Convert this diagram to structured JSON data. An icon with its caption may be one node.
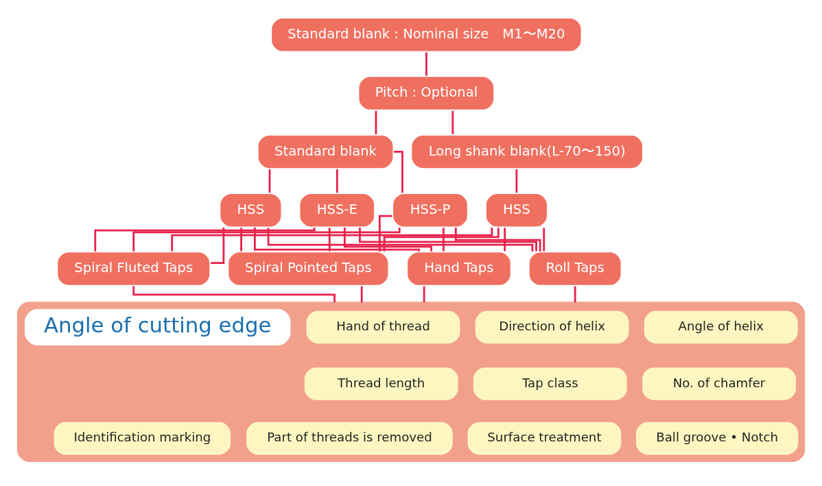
{
  "diagram": {
    "nodes": [
      {
        "text": [
          "Standard blank : Nominal size　M1〜M20"
        ]
      },
      {
        "text": [
          "Pitch : Optional"
        ]
      },
      {
        "text": [
          "Standard blank"
        ]
      },
      {
        "text": [
          "Long shank blank(L-70〜150)"
        ]
      },
      {
        "text": [
          "HSS"
        ]
      },
      {
        "text": [
          "HSS-E"
        ]
      },
      {
        "text": [
          "HSS-P"
        ]
      },
      {
        "text": [
          "HSS"
        ]
      },
      {
        "text": [
          "Spiral Fluted Taps"
        ]
      },
      {
        "text": [
          "Spiral Pointed Taps"
        ]
      },
      {
        "text": [
          "Hand Taps"
        ]
      },
      {
        "text": [
          "Roll Taps"
        ]
      },
      {
        "text": [],
        "shape": "box"
      },
      {
        "text": [
          "Angle of cutting edge"
        ],
        "in": 12
      },
      {
        "text": [
          "Hand of thread"
        ],
        "in": 12
      },
      {
        "text": [
          "Direction of helix"
        ],
        "in": 12
      },
      {
        "text": [
          "Angle of helix"
        ],
        "in": 12
      },
      {
        "text": [
          "Thread length"
        ],
        "in": 12
      },
      {
        "text": [
          "Tap class"
        ],
        "in": 12
      },
      {
        "text": [
          "No. of chamfer"
        ],
        "in": 12
      },
      {
        "text": [
          "Identification marking"
        ],
        "in": 12
      },
      {
        "text": [
          "Part of threads is removed"
        ],
        "in": 12
      },
      {
        "text": [
          "Surface treatment"
        ],
        "in": 12
      },
      {
        "text": [
          "Ball groove • Notch"
        ],
        "in": 12
      }
    ],
    "edges": [
      {
        "from": 0,
        "to": 1,
        "arrow": "none"
      },
      {
        "from": 1,
        "to": 2,
        "arrow": "none"
      },
      {
        "from": 1,
        "to": 3,
        "arrow": "none"
      },
      {
        "from": 2,
        "to": 4,
        "arrow": "none"
      },
      {
        "from": 2,
        "to": 5,
        "arrow": "none"
      },
      {
        "from": 2,
        "to": 6,
        "arrow": "none"
      },
      {
        "from": 3,
        "to": 7,
        "arrow": "none"
      },
      {
        "from": 4,
        "to": 8,
        "arrow": "none"
      },
      {
        "from": 4,
        "to": 9,
        "arrow": "none"
      },
      {
        "from": 4,
        "to": 10,
        "arrow": "none"
      },
      {
        "from": 4,
        "to": 11,
        "arrow": "none"
      },
      {
        "from": 5,
        "to": 8,
        "arrow": "none"
      },
      {
        "from": 5,
        "to": 9,
        "arrow": "none"
      },
      {
        "from": 5,
        "to": 10,
        "arrow": "none"
      },
      {
        "from": 5,
        "to": 11,
        "arrow": "none"
      },
      {
        "from": 6,
        "to": 8,
        "arrow": "none"
      },
      {
        "from": 6,
        "to": 9,
        "arrow": "none"
      },
      {
        "from": 6,
        "to": 10,
        "arrow": "none"
      },
      {
        "from": 6,
        "to": 11,
        "arrow": "none"
      },
      {
        "from": 7,
        "to": 8,
        "arrow": "none"
      },
      {
        "from": 7,
        "to": 9,
        "arrow": "none"
      },
      {
        "from": 7,
        "to": 10,
        "arrow": "none"
      },
      {
        "from": 7,
        "to": 11,
        "arrow": "none"
      },
      {
        "from": 8,
        "to": 12,
        "arrow": "none"
      },
      {
        "from": 9,
        "to": 12,
        "arrow": "none"
      },
      {
        "from": 10,
        "to": 12,
        "arrow": "none"
      },
      {
        "from": 11,
        "to": 12,
        "arrow": "none"
      }
    ]
  }
}
